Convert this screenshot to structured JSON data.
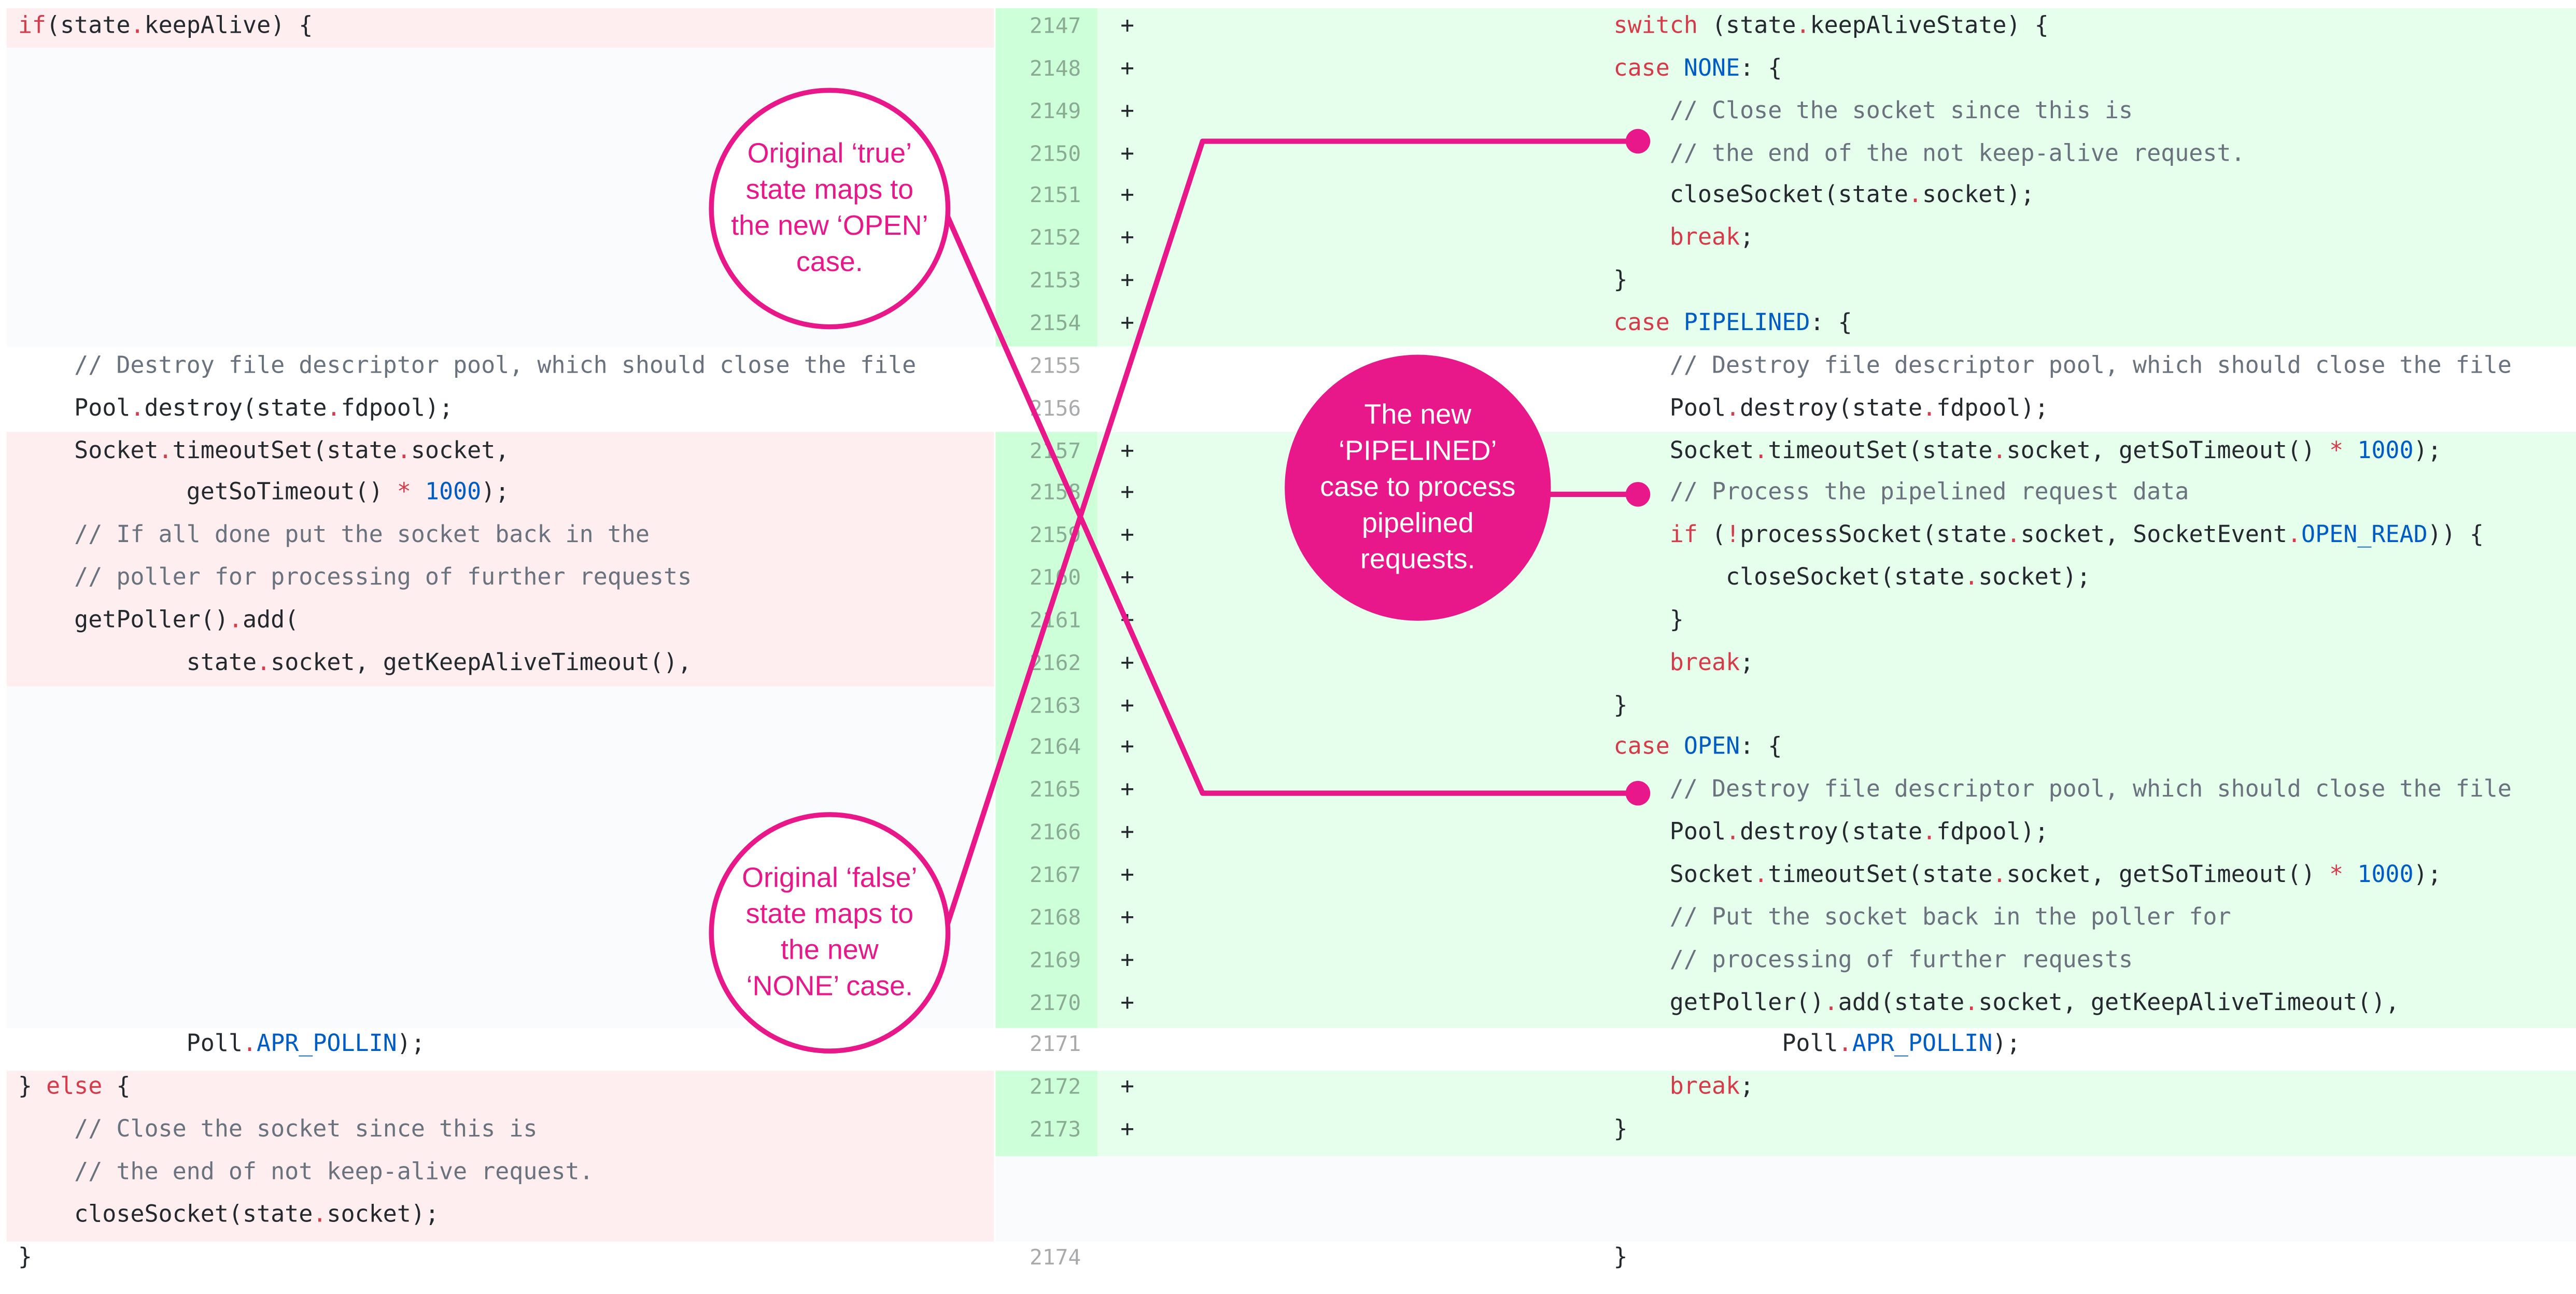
{
  "colors": {
    "accent": "#e8178a",
    "deletion_bg": "#ffeef0",
    "addition_bg": "#e6ffed",
    "addition_num_bg": "#cdffd8",
    "keyword": "#d73a49",
    "constant": "#005cc5",
    "comment": "#6a737d"
  },
  "left_lines": [
    {
      "row": 0,
      "tokens": [
        [
          "kw",
          "if"
        ],
        [
          "",
          "(state"
        ],
        [
          "op",
          "."
        ],
        [
          "",
          "keepAlive) {"
        ]
      ]
    },
    {
      "row": 8,
      "tokens": [
        [
          "com",
          "    // Destroy file descriptor pool, which should close the file"
        ]
      ]
    },
    {
      "row": 9,
      "tokens": [
        [
          "",
          "    Pool"
        ],
        [
          "op",
          "."
        ],
        [
          "",
          "destroy(state"
        ],
        [
          "op",
          "."
        ],
        [
          "",
          "fdpool);"
        ]
      ]
    },
    {
      "row": 10,
      "tokens": [
        [
          "",
          "    Socket"
        ],
        [
          "op",
          "."
        ],
        [
          "",
          "timeoutSet(state"
        ],
        [
          "op",
          "."
        ],
        [
          "",
          "socket,"
        ]
      ]
    },
    {
      "row": 11,
      "tokens": [
        [
          "",
          "            getSoTimeout() "
        ],
        [
          "op",
          "*"
        ],
        [
          "",
          " "
        ],
        [
          "num",
          "1000"
        ],
        [
          "",
          ");"
        ]
      ]
    },
    {
      "row": 12,
      "tokens": [
        [
          "com",
          "    // If all done put the socket back in the"
        ]
      ]
    },
    {
      "row": 13,
      "tokens": [
        [
          "com",
          "    // poller for processing of further requests"
        ]
      ]
    },
    {
      "row": 14,
      "tokens": [
        [
          "",
          "    getPoller()"
        ],
        [
          "op",
          "."
        ],
        [
          "",
          "add("
        ]
      ]
    },
    {
      "row": 15,
      "tokens": [
        [
          "",
          "            state"
        ],
        [
          "op",
          "."
        ],
        [
          "",
          "socket, getKeepAliveTimeout(),"
        ]
      ]
    },
    {
      "row": 24,
      "tokens": [
        [
          "",
          "            Poll"
        ],
        [
          "op",
          "."
        ],
        [
          "const",
          "APR_POLLIN"
        ],
        [
          "",
          ");"
        ]
      ]
    },
    {
      "row": 25,
      "tokens": [
        [
          "",
          "} "
        ],
        [
          "kw",
          "else"
        ],
        [
          "",
          " {"
        ]
      ]
    },
    {
      "row": 26,
      "tokens": [
        [
          "com",
          "    // Close the socket since this is"
        ]
      ]
    },
    {
      "row": 27,
      "tokens": [
        [
          "com",
          "    // the end of not keep-alive request."
        ]
      ]
    },
    {
      "row": 28,
      "tokens": [
        [
          "",
          "    closeSocket(state"
        ],
        [
          "op",
          "."
        ],
        [
          "",
          "socket);"
        ]
      ]
    },
    {
      "row": 29,
      "tokens": [
        [
          "",
          "}"
        ]
      ]
    }
  ],
  "right_lines": [
    {
      "row": 0,
      "num": "2147",
      "mark": "+",
      "tokens": [
        [
          "",
          "    "
        ],
        [
          "kw",
          "switch"
        ],
        [
          "",
          " (state"
        ],
        [
          "op",
          "."
        ],
        [
          "",
          "keepAliveState) {"
        ]
      ]
    },
    {
      "row": 1,
      "num": "2148",
      "mark": "+",
      "tokens": [
        [
          "",
          "    "
        ],
        [
          "kw",
          "case"
        ],
        [
          "",
          " "
        ],
        [
          "const",
          "NONE"
        ],
        [
          "",
          ": {"
        ]
      ]
    },
    {
      "row": 2,
      "num": "2149",
      "mark": "+",
      "tokens": [
        [
          "com",
          "        // Close the socket since this is"
        ]
      ]
    },
    {
      "row": 3,
      "num": "2150",
      "mark": "+",
      "tokens": [
        [
          "com",
          "        // the end of the not keep-alive request."
        ]
      ]
    },
    {
      "row": 4,
      "num": "2151",
      "mark": "+",
      "tokens": [
        [
          "",
          "        closeSocket(state"
        ],
        [
          "op",
          "."
        ],
        [
          "",
          "socket);"
        ]
      ]
    },
    {
      "row": 5,
      "num": "2152",
      "mark": "+",
      "tokens": [
        [
          "",
          "        "
        ],
        [
          "kw",
          "break"
        ],
        [
          "",
          ";"
        ]
      ]
    },
    {
      "row": 6,
      "num": "2153",
      "mark": "+",
      "tokens": [
        [
          "",
          "    }"
        ]
      ]
    },
    {
      "row": 7,
      "num": "2154",
      "mark": "+",
      "tokens": [
        [
          "",
          "    "
        ],
        [
          "kw",
          "case"
        ],
        [
          "",
          " "
        ],
        [
          "const",
          "PIPELINED"
        ],
        [
          "",
          ": {"
        ]
      ]
    },
    {
      "row": 8,
      "num": "2155",
      "mark": "",
      "tokens": [
        [
          "com",
          "        // Destroy file descriptor pool, which should close the file"
        ]
      ]
    },
    {
      "row": 9,
      "num": "2156",
      "mark": "",
      "tokens": [
        [
          "",
          "        Pool"
        ],
        [
          "op",
          "."
        ],
        [
          "",
          "destroy(state"
        ],
        [
          "op",
          "."
        ],
        [
          "",
          "fdpool);"
        ]
      ]
    },
    {
      "row": 10,
      "num": "2157",
      "mark": "+",
      "tokens": [
        [
          "",
          "        Socket"
        ],
        [
          "op",
          "."
        ],
        [
          "",
          "timeoutSet(state"
        ],
        [
          "op",
          "."
        ],
        [
          "",
          "socket, getSoTimeout() "
        ],
        [
          "op",
          "*"
        ],
        [
          "",
          " "
        ],
        [
          "num",
          "1000"
        ],
        [
          "",
          ");"
        ]
      ]
    },
    {
      "row": 11,
      "num": "2158",
      "mark": "+",
      "tokens": [
        [
          "com",
          "        // Process the pipelined request data"
        ]
      ]
    },
    {
      "row": 12,
      "num": "2159",
      "mark": "+",
      "tokens": [
        [
          "",
          "        "
        ],
        [
          "kw",
          "if"
        ],
        [
          "",
          " ("
        ],
        [
          "op",
          "!"
        ],
        [
          "",
          "processSocket(state"
        ],
        [
          "op",
          "."
        ],
        [
          "",
          "socket, SocketEvent"
        ],
        [
          "op",
          "."
        ],
        [
          "const",
          "OPEN_READ"
        ],
        [
          "",
          ")) {"
        ]
      ]
    },
    {
      "row": 13,
      "num": "2160",
      "mark": "+",
      "tokens": [
        [
          "",
          "            closeSocket(state"
        ],
        [
          "op",
          "."
        ],
        [
          "",
          "socket);"
        ]
      ]
    },
    {
      "row": 14,
      "num": "2161",
      "mark": "+",
      "tokens": [
        [
          "",
          "        }"
        ]
      ]
    },
    {
      "row": 15,
      "num": "2162",
      "mark": "+",
      "tokens": [
        [
          "",
          "        "
        ],
        [
          "kw",
          "break"
        ],
        [
          "",
          ";"
        ]
      ]
    },
    {
      "row": 16,
      "num": "2163",
      "mark": "+",
      "tokens": [
        [
          "",
          "    }"
        ]
      ]
    },
    {
      "row": 17,
      "num": "2164",
      "mark": "+",
      "tokens": [
        [
          "",
          "    "
        ],
        [
          "kw",
          "case"
        ],
        [
          "",
          " "
        ],
        [
          "const",
          "OPEN"
        ],
        [
          "",
          ": {"
        ]
      ]
    },
    {
      "row": 18,
      "num": "2165",
      "mark": "+",
      "tokens": [
        [
          "com",
          "        // Destroy file descriptor pool, which should close the file"
        ]
      ]
    },
    {
      "row": 19,
      "num": "2166",
      "mark": "+",
      "tokens": [
        [
          "",
          "        Pool"
        ],
        [
          "op",
          "."
        ],
        [
          "",
          "destroy(state"
        ],
        [
          "op",
          "."
        ],
        [
          "",
          "fdpool);"
        ]
      ]
    },
    {
      "row": 20,
      "num": "2167",
      "mark": "+",
      "tokens": [
        [
          "",
          "        Socket"
        ],
        [
          "op",
          "."
        ],
        [
          "",
          "timeoutSet(state"
        ],
        [
          "op",
          "."
        ],
        [
          "",
          "socket, getSoTimeout() "
        ],
        [
          "op",
          "*"
        ],
        [
          "",
          " "
        ],
        [
          "num",
          "1000"
        ],
        [
          "",
          ");"
        ]
      ]
    },
    {
      "row": 21,
      "num": "2168",
      "mark": "+",
      "tokens": [
        [
          "com",
          "        // Put the socket back in the poller for"
        ]
      ]
    },
    {
      "row": 22,
      "num": "2169",
      "mark": "+",
      "tokens": [
        [
          "com",
          "        // processing of further requests"
        ]
      ]
    },
    {
      "row": 23,
      "num": "2170",
      "mark": "+",
      "tokens": [
        [
          "",
          "        getPoller()"
        ],
        [
          "op",
          "."
        ],
        [
          "",
          "add(state"
        ],
        [
          "op",
          "."
        ],
        [
          "",
          "socket, getKeepAliveTimeout(),"
        ]
      ]
    },
    {
      "row": 24,
      "num": "2171",
      "mark": "",
      "tokens": [
        [
          "",
          "                Poll"
        ],
        [
          "op",
          "."
        ],
        [
          "const",
          "APR_POLLIN"
        ],
        [
          "",
          ");"
        ]
      ]
    },
    {
      "row": 25,
      "num": "2172",
      "mark": "+",
      "tokens": [
        [
          "",
          "        "
        ],
        [
          "kw",
          "break"
        ],
        [
          "",
          ";"
        ]
      ]
    },
    {
      "row": 26,
      "num": "2173",
      "mark": "+",
      "tokens": [
        [
          "",
          "    }"
        ]
      ]
    },
    {
      "row": 29,
      "num": "2174",
      "mark": "",
      "tokens": [
        [
          "",
          "    }"
        ]
      ]
    }
  ],
  "callouts": {
    "true_state": {
      "text": "Original ‘true’ state maps to the new ‘OPEN’ case."
    },
    "false_state": {
      "text": "Original ‘false’ state maps to the new ‘NONE’ case."
    },
    "pipelined": {
      "text": "The new ‘PIPELINED’ case to process pipelined requests."
    }
  }
}
